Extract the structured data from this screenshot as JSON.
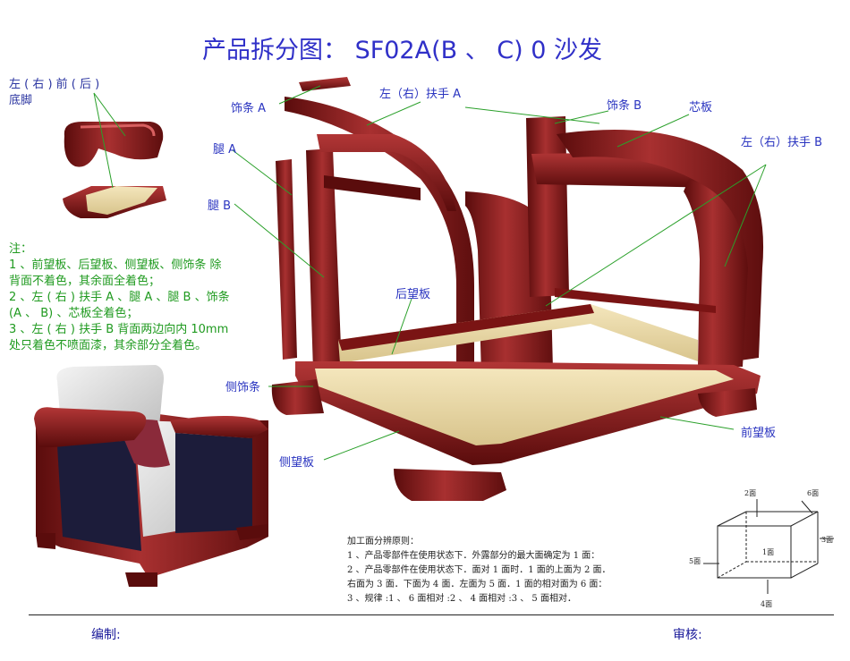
{
  "title": "产品拆分图：    SF02A(B 、 C) 0 沙发",
  "labels": {
    "foot_lr": "左 ( 右 ) 前 ( 后 )",
    "foot_base": "底脚",
    "trim_a": "饰条 A",
    "armrest_a": "左（右）扶手 A",
    "trim_b": "饰条 B",
    "core_board": "芯板",
    "armrest_b": "左（右）扶手 B",
    "leg_a": "腿 A",
    "leg_b": "腿 B",
    "back_rail": "后望板",
    "side_trim": "侧饰条",
    "front_rail": "前望板",
    "side_rail": "侧望板"
  },
  "notes": [
    "注：",
    "1 、前望板、后望板、侧望板、侧饰条  除",
    "背面不着色，其余面全着色；",
    "2 、左 ( 右 ) 扶手 A 、腿 A 、腿 B 、饰条",
    "(A 、 B) 、芯板全着色；",
    "3 、左    ( 右 )  扶手 B 背面两边向内 10mm",
    "处只着色不喷面漆，其余部分全着色。"
  ],
  "rules": [
    "加工面分辨原则：",
    "1 、产品零部件在使用状态下．外露部分的最大面确定为 1 面：",
    "2 、产品零部件在使用状态下．面对 1 面时．1 面的上面为 2 面．",
    "      右面为 3 面．下面为 4 面．左面为 5 面．1 面的相对面为 6 面：",
    "3 、规律 :1 、 6 面相对 :2 、 4 面相对 :3 、 5 面相对．"
  ],
  "faces": {
    "f1": "1面",
    "f2": "2面",
    "f3": "3面",
    "f4": "4面",
    "f5": "5面",
    "f6": "6面"
  },
  "footer": {
    "editor": "编制:",
    "reviewer": "审核:"
  },
  "colors": {
    "title": "#3030c8",
    "labels": "#2a34c0",
    "notes": "#1f9a1f",
    "leader_lines": "#2aa02a",
    "wood": "#7a1414",
    "wood_light": "#b8393a",
    "raw_wood": "#e9d7a4"
  }
}
